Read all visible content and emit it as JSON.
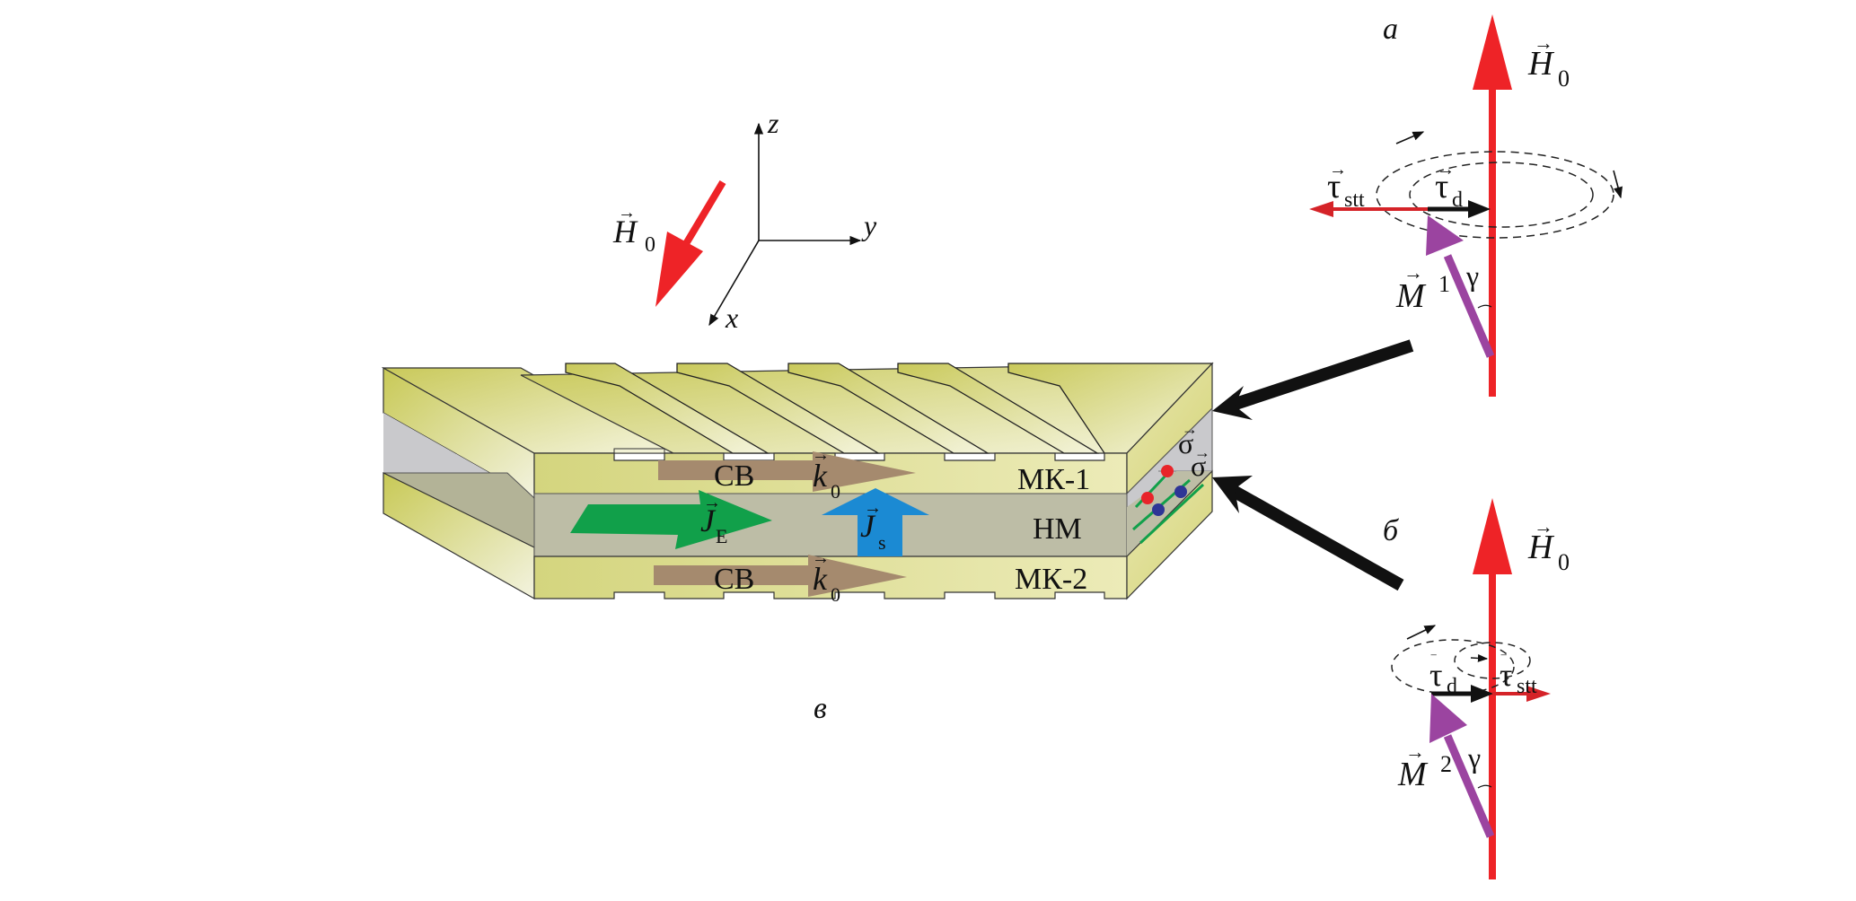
{
  "panels": {
    "a": {
      "letter": "а",
      "field_label": "H",
      "field_sub": "0",
      "tau_stt_label": "τ",
      "tau_stt_sub": "stt",
      "tau_d_label": "τ",
      "tau_d_sub": "d",
      "magnet_label": "M",
      "magnet_sup": "1",
      "angle_label": "γ"
    },
    "b": {
      "letter": "б",
      "field_label": "H",
      "field_sub": "0",
      "tau_stt_label": "τ",
      "tau_stt_sub": "stt",
      "tau_d_label": "τ",
      "tau_d_sub": "d",
      "magnet_label": "M",
      "magnet_sup": "2",
      "angle_label": "γ"
    },
    "c": {
      "letter": "в"
    }
  },
  "axes": {
    "x": "x",
    "y": "y",
    "z": "z",
    "field_label": "H",
    "field_sub": "0"
  },
  "structure": {
    "top_layer": "МК-1",
    "middle_layer": "НМ",
    "bottom_layer": "МК-2",
    "wave_top": "СВ",
    "wave_bottom": "СВ",
    "k_label": "k",
    "k_sub": "0",
    "je_label": "J",
    "je_sub": "E",
    "js_label": "J",
    "js_sub": "s",
    "sigma_top": "σ",
    "sigma_bottom": "σ"
  },
  "colors": {
    "field_red": "#ee2327",
    "magnet_purple": "#9b44a0",
    "current_green": "#11a04a",
    "spin_blue": "#1b8ad3",
    "wave_brown": "#a58a6e",
    "layer_yellow": "#dadc8c",
    "metal_gray": "#bfbfa8",
    "electron_red": "#e8242a",
    "electron_blue": "#2e3596"
  }
}
